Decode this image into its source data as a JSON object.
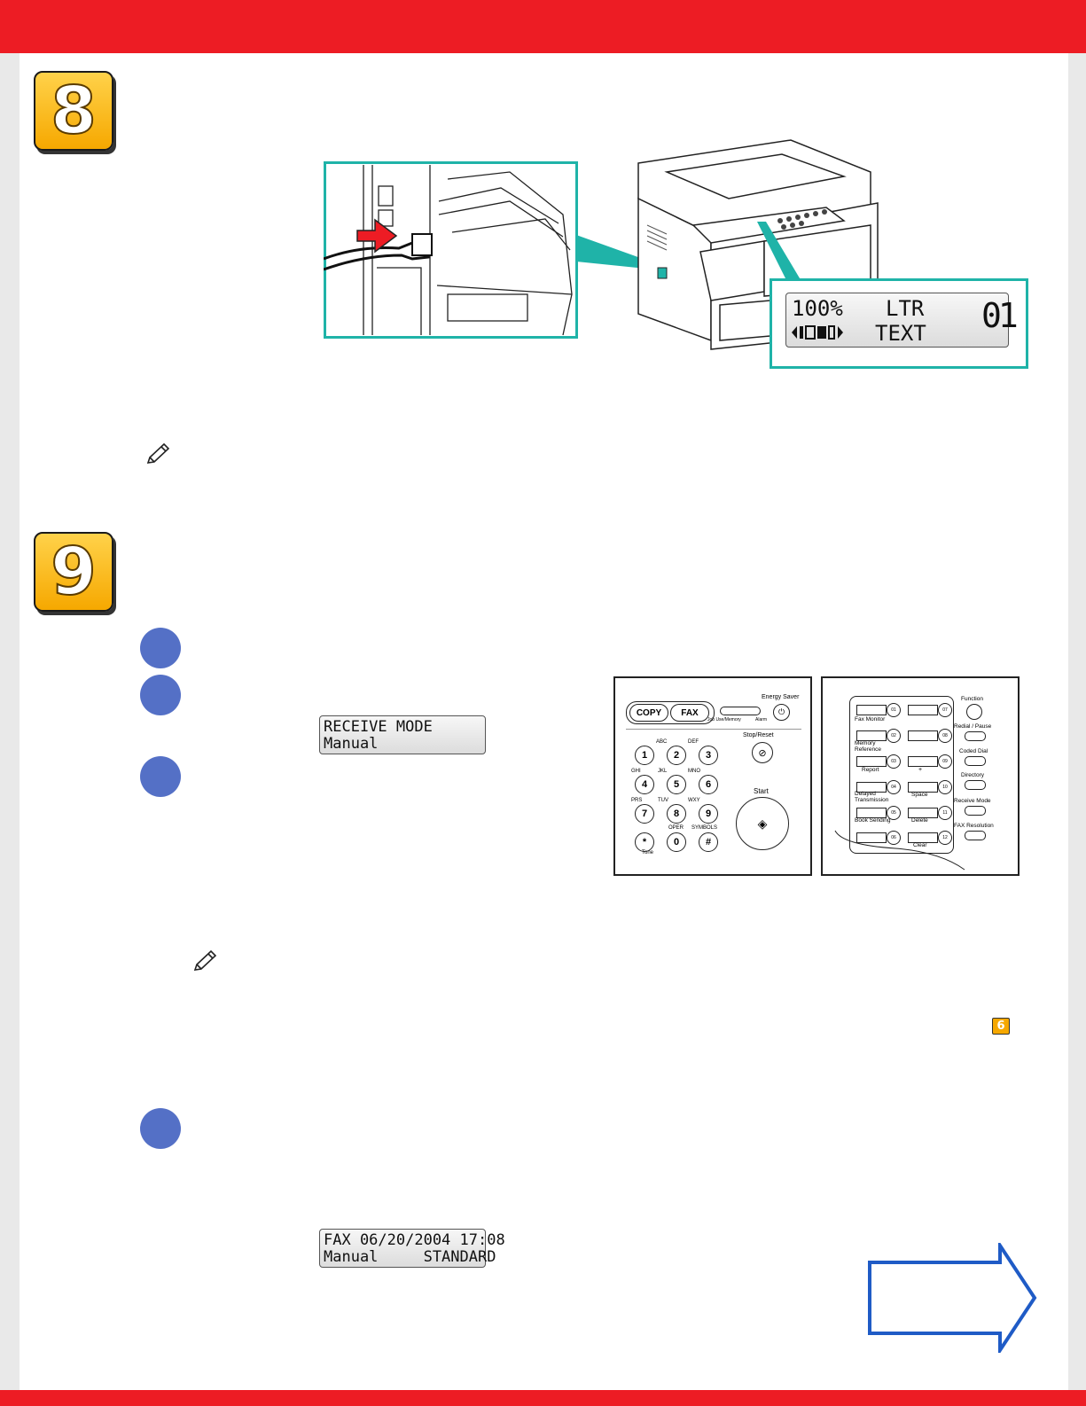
{
  "step8": {
    "number": "8",
    "lcd": {
      "line1_a": "100%",
      "line1_b": "LTR",
      "line1_c": "01",
      "line2_b": "TEXT"
    }
  },
  "step9": {
    "number": "9",
    "lcd_receive": {
      "line1": "RECEIVE MODE",
      "line2": "Manual"
    },
    "lcd_fax": {
      "line1": "FAX 06/20/2004 17:08",
      "line2": "Manual     STANDARD"
    },
    "mini_badge": "6"
  },
  "left_panel": {
    "copy": "COPY",
    "fax": "FAX",
    "job_use_memory": "Job Use/Memory",
    "alarm": "Alarm",
    "energy_saver": "Energy Saver",
    "stop_reset": "Stop/Reset",
    "start": "Start",
    "keys": [
      "1",
      "2",
      "3",
      "4",
      "5",
      "6",
      "7",
      "8",
      "9",
      "*",
      "0",
      "#"
    ],
    "key_labels": [
      "",
      "ABC",
      "DEF",
      "GHI",
      "JKL",
      "MNO",
      "PRS",
      "TUV",
      "WXY",
      "",
      "OPER",
      "SYMBOLS"
    ],
    "tone": "Tone"
  },
  "right_panel": {
    "function": "Function",
    "redial_pause": "Redial / Pause",
    "coded_dial": "Coded Dial",
    "directory": "Directory",
    "receive_mode": "Receive Mode",
    "fax_resolution": "FAX Resolution",
    "one_touch": [
      "01",
      "02",
      "03",
      "04",
      "05",
      "06",
      "07",
      "08",
      "09",
      "10",
      "11",
      "12"
    ],
    "fax_monitor": "Fax Monitor",
    "memory_reference": "Memory Reference",
    "report": "Report",
    "delayed_transmission": "Delayed Transmission",
    "book_sending": "Book Sending",
    "plus": "+",
    "space": "Space",
    "delete": "Delete",
    "clear": "Clear"
  },
  "colors": {
    "red_bar": "#ed1c24",
    "teal": "#1fb3a8",
    "badge": "#f6a800",
    "bullet": "#5470c6",
    "arrow": "#1f5bc6"
  }
}
